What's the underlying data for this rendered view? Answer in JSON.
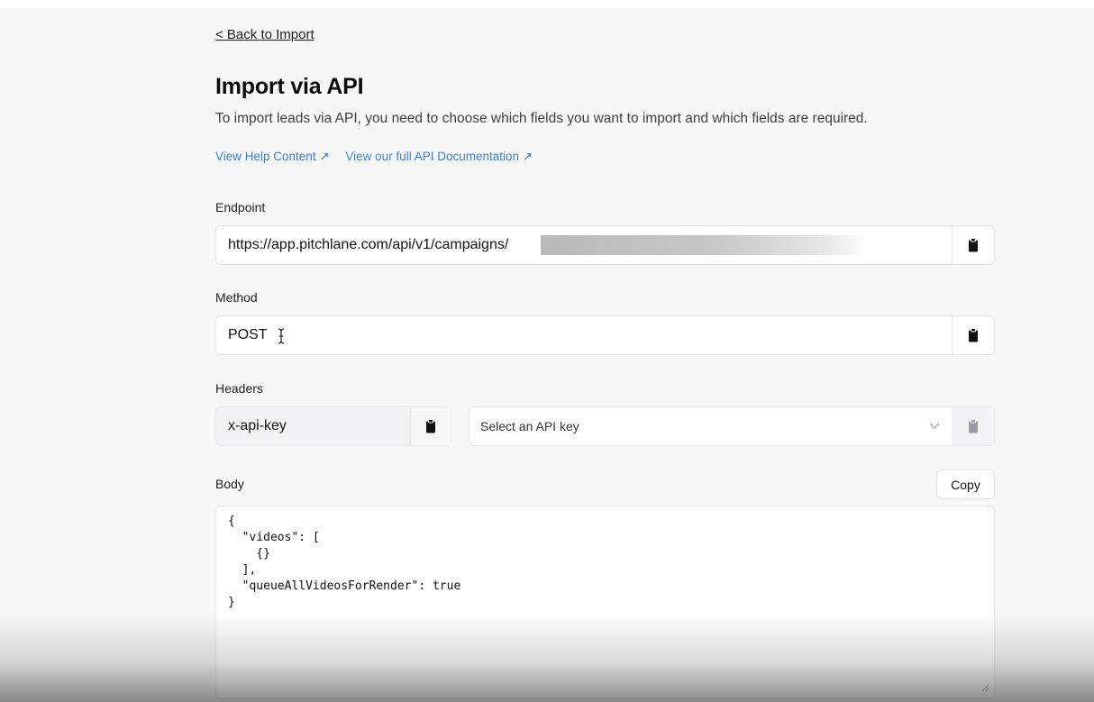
{
  "nav": {
    "back_link": "< Back to Import"
  },
  "page": {
    "title": "Import via API",
    "description": "To import leads via API, you need to choose which fields you want to import and which fields are required.",
    "help_link": "View Help Content ↗",
    "docs_link": "View our full API Documentation ↗"
  },
  "endpoint": {
    "label": "Endpoint",
    "value": "https://app.pitchlane.com/api/v1/campaigns/"
  },
  "method": {
    "label": "Method",
    "value": "POST"
  },
  "headers": {
    "label": "Headers",
    "key": "x-api-key",
    "api_key_placeholder": "Select an API key"
  },
  "body": {
    "label": "Body",
    "copy_label": "Copy",
    "value": "{\n  \"videos\": [\n    {}\n  ],\n  \"queueAllVideosForRender\": true\n}"
  },
  "colors": {
    "link": "#3f7fcf",
    "border": "#e4e4e7",
    "background": "#f7f7f8"
  },
  "icons": {
    "clipboard": "clipboard-icon",
    "chevron": "chevron-down-icon",
    "cursor": "text-cursor-icon"
  }
}
